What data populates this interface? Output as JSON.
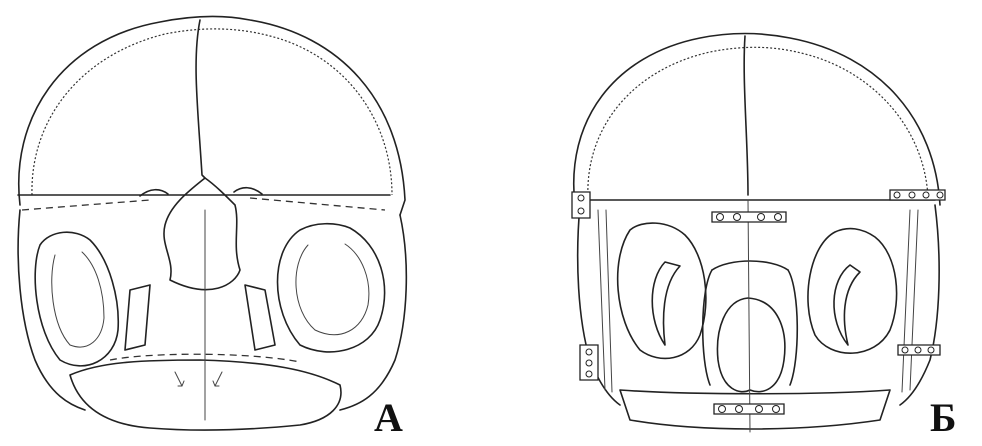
{
  "figure": {
    "panels": [
      {
        "id": "A",
        "label": "А"
      },
      {
        "id": "B",
        "label": "Б"
      }
    ],
    "colors": {
      "line": "#222222",
      "background": "#ffffff"
    }
  }
}
